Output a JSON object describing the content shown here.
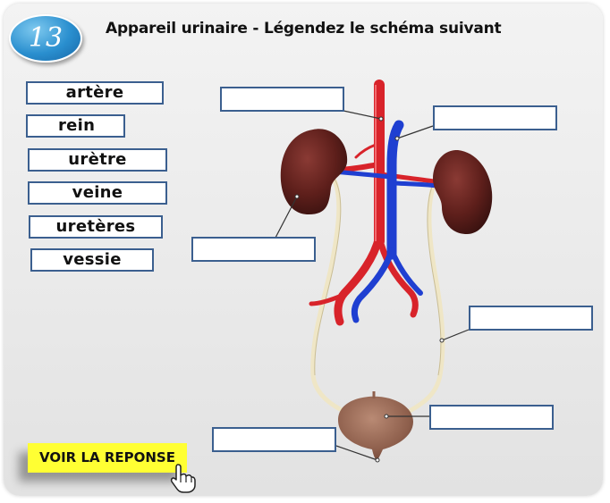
{
  "badge": {
    "number": "13"
  },
  "title": "Appareil urinaire - Légendez le schéma suivant",
  "word_bank": [
    "artère",
    "rein",
    "urètre",
    "veine",
    "uretères",
    "vessie"
  ],
  "answer_button": {
    "label": "VOIR LA REPONSE"
  },
  "colors": {
    "artery": "#d8232a",
    "vein": "#1f3fd1",
    "kidney": "#6b2420",
    "ureter": "#e8dfc0",
    "bladder": "#9a6a55",
    "box_border": "#3b5f8f",
    "button": "#ffff33"
  },
  "icons": {
    "cursor": "hand-pointer-icon"
  }
}
